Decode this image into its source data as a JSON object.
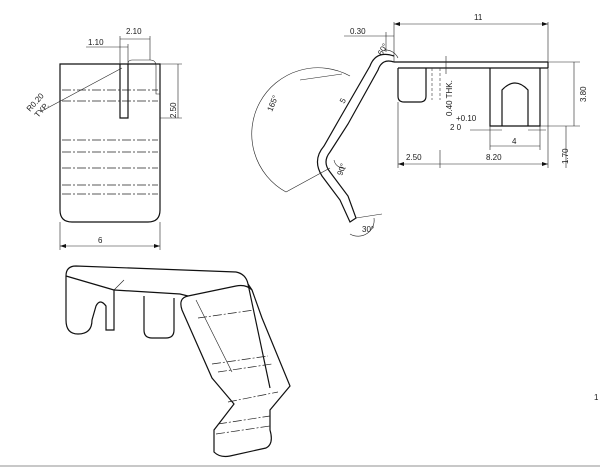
{
  "drawing": {
    "front_view": {
      "dim_radius": "R0.20",
      "dim_radius_note": "TYP.",
      "dim_top_small": "1.10",
      "dim_top_large": "2.10",
      "dim_height": "2.50",
      "dim_width": "6"
    },
    "side_view": {
      "dim_offset": "0.30",
      "dim_overall": "11",
      "dim_bend_top": "60°",
      "dim_arc_angle": "165°",
      "dim_radius_small": "5",
      "dim_bend_mid": "90°",
      "dim_bend_tip": "30°",
      "dim_thickness": "0.40 THK.",
      "dim_height_right": "3.80",
      "dim_tol_plus": "+0.10",
      "dim_tol_base": "2  0",
      "dim_slot_width": "4",
      "dim_left_seg": "2.50",
      "dim_right_seg": "8.20",
      "dim_vertical_small": "1.70"
    },
    "edge_mark": "1"
  }
}
